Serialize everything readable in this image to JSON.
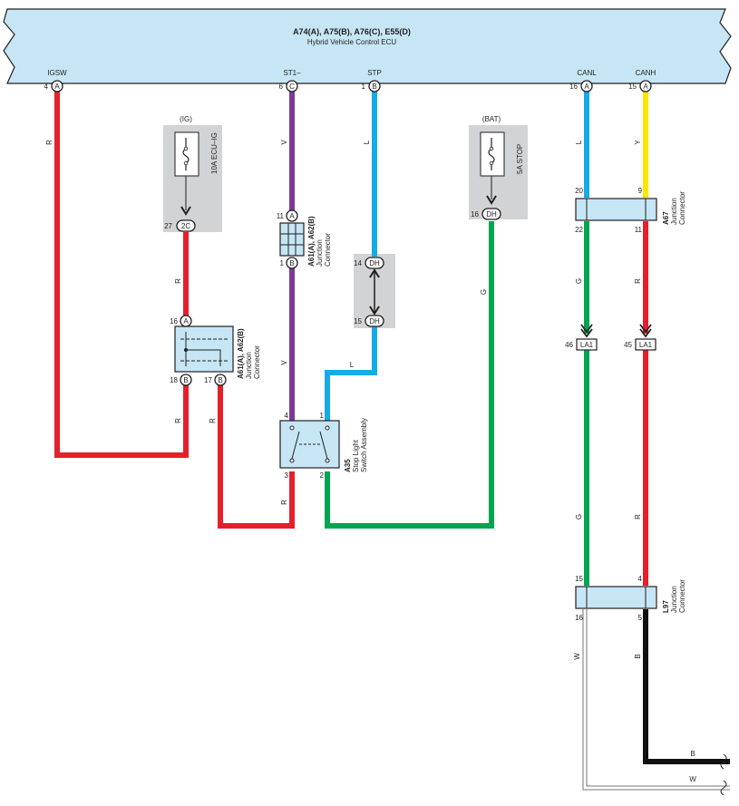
{
  "ecu": {
    "codes": "A74(A), A75(B), A76(C), E55(D)",
    "name": "Hybrid Vehicle Control ECU"
  },
  "pins": {
    "igsw": {
      "label": "IGSW",
      "num": "4",
      "conn": "A"
    },
    "st1": {
      "label": "ST1–",
      "num": "6",
      "conn": "C"
    },
    "stp": {
      "label": "STP",
      "num": "1",
      "conn": "B"
    },
    "canl": {
      "label": "CANL",
      "num": "16",
      "conn": "A"
    },
    "canh": {
      "label": "CANH",
      "num": "15",
      "conn": "A"
    }
  },
  "fuse_ig": {
    "group": "(IG)",
    "name": "10A ECU–IG",
    "pin": "27",
    "conn": "2C"
  },
  "fuse_bat": {
    "group": "(BAT)",
    "name": "5A STOP",
    "pin": "16",
    "conn": "DH"
  },
  "jc_a61_small": {
    "code": "A61(A), A62(B)",
    "desc1": "Junction",
    "desc2": "Connector",
    "top_pin": "11",
    "top_conn": "A",
    "bottom_pin": "1",
    "bottom_conn": "B"
  },
  "jc_a61_left": {
    "code": "A61(A), A62(B)",
    "desc1": "Junction",
    "desc2": "Connector",
    "top_pin": "16",
    "top_conn": "A",
    "bottom_left_pin": "18",
    "bottom_left_conn": "B",
    "bottom_right_pin": "17",
    "bottom_right_conn": "B"
  },
  "dh_junction": {
    "top_pin": "14",
    "top_conn": "DH",
    "bottom_pin": "15",
    "bottom_conn": "DH"
  },
  "stop_switch": {
    "code": "A35",
    "desc1": "Stop Light",
    "desc2": "Switch Assembly",
    "pin_tl": "4",
    "pin_tr": "1",
    "pin_bl": "3",
    "pin_br": "2"
  },
  "jc_a67": {
    "code": "A67",
    "desc1": "Junction",
    "desc2": "Connector",
    "pin_tl": "20",
    "pin_tr": "9",
    "pin_bl": "22",
    "pin_br": "11"
  },
  "la1": {
    "left_pin": "46",
    "right_pin": "45",
    "label": "LA1"
  },
  "jc_l97": {
    "code": "L97",
    "desc1": "Junction",
    "desc2": "Connector",
    "pin_tl": "15",
    "pin_tr": "4",
    "pin_bl": "16",
    "pin_br": "5"
  },
  "wire_colors": {
    "igsw": "R",
    "igsw_lower": "R",
    "fuse_to_jc": "R",
    "jc_right": "R",
    "st1_upper": "V",
    "st1_lower": "V",
    "sw_left": "R",
    "stp_upper": "L",
    "stp_lower": "L",
    "bat": "G",
    "canl_upper": "L",
    "canh_upper": "Y",
    "canl_mid": "G",
    "canh_mid": "R",
    "canl_low": "G",
    "canh_low": "R",
    "canl_bottom": "W",
    "canh_bottom": "B",
    "out_b": "B",
    "out_w": "W"
  },
  "colors": {
    "ecu_fill": "#c6e6f5",
    "red": "#e4202a",
    "violet": "#7b3a98",
    "blue": "#16abe6",
    "green": "#00a54f",
    "yellow": "#ffe400",
    "black": "#111111",
    "grey_box": "#d1d3d4",
    "connector_fill": "#c6e6f5"
  }
}
